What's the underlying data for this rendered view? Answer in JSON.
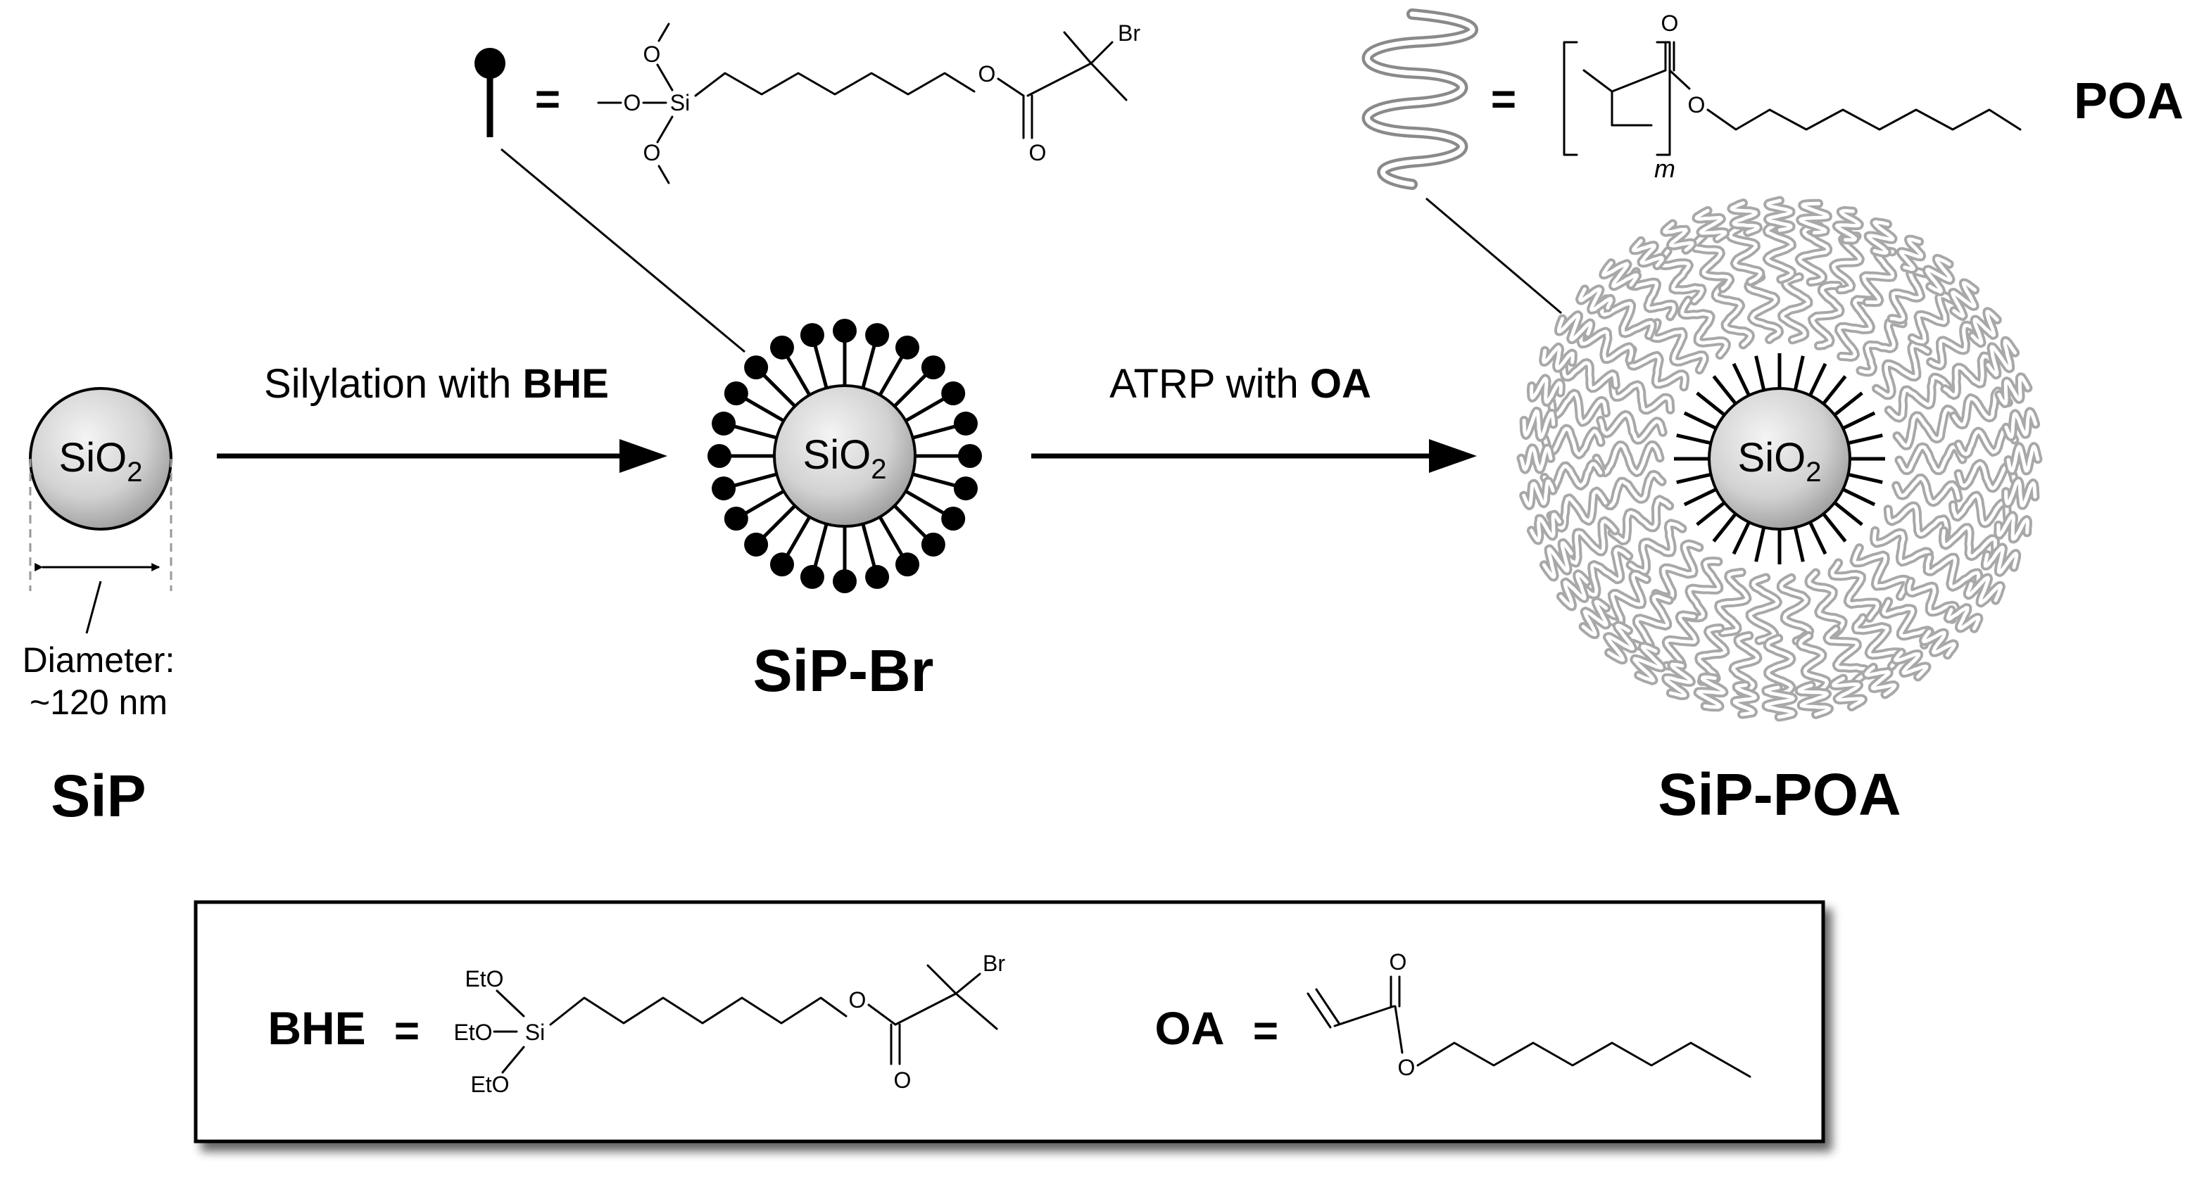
{
  "core_label": {
    "main": "SiO",
    "sub": "2"
  },
  "steps": [
    {
      "text": "Silylation with ",
      "reagent": "BHE"
    },
    {
      "text": "ATRP with ",
      "reagent": "OA"
    }
  ],
  "particles": {
    "sip": "SiP",
    "sip_br": "SiP-Br",
    "sip_poa": "SiP-POA"
  },
  "diameter": {
    "line1": "Diameter:",
    "line2": "~120 nm"
  },
  "legend": {
    "equals": "=",
    "polymer_name": "POA",
    "repeat_index": "m"
  },
  "atoms": {
    "O": "O",
    "Si": "Si",
    "Br": "Br",
    "EtO": "EtO"
  },
  "reagent_box": {
    "bhe": "BHE",
    "oa": "OA"
  },
  "colors": {
    "core_light": "#f4f4f4",
    "core_dark": "#9a9a9a",
    "polymer": "#a8a8a8",
    "ink": "#000000"
  }
}
